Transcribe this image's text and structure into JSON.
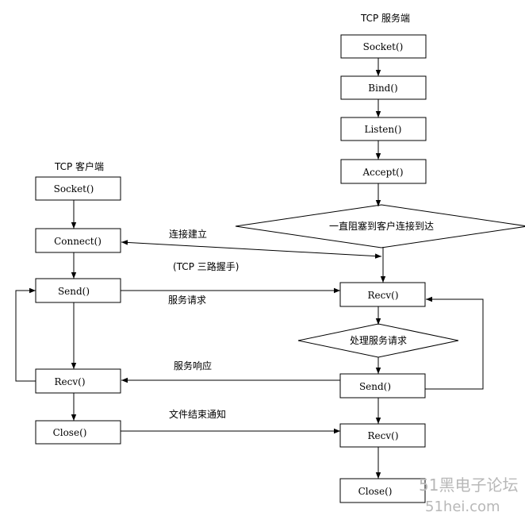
{
  "server": {
    "title": "TCP 服务端",
    "socket": "Socket()",
    "bind": "Bind()",
    "listen": "Listen()",
    "accept": "Accept()",
    "block": "一直阻塞到客户连接到达",
    "recv1": "Recv()",
    "process": "处理服务请求",
    "send": "Send()",
    "recv2": "Recv()",
    "close": "Close()"
  },
  "client": {
    "title": "TCP 客户端",
    "socket": "Socket()",
    "connect": "Connect()",
    "send": "Send()",
    "recv": "Recv()",
    "close": "Close()"
  },
  "messages": {
    "connect": "连接建立",
    "handshake": "(TCP 三路握手)",
    "request": "服务请求",
    "response": "服务响应",
    "end": "文件结束通知"
  },
  "watermark": {
    "line1": "51黑电子论坛",
    "line2": "51hei.com"
  }
}
